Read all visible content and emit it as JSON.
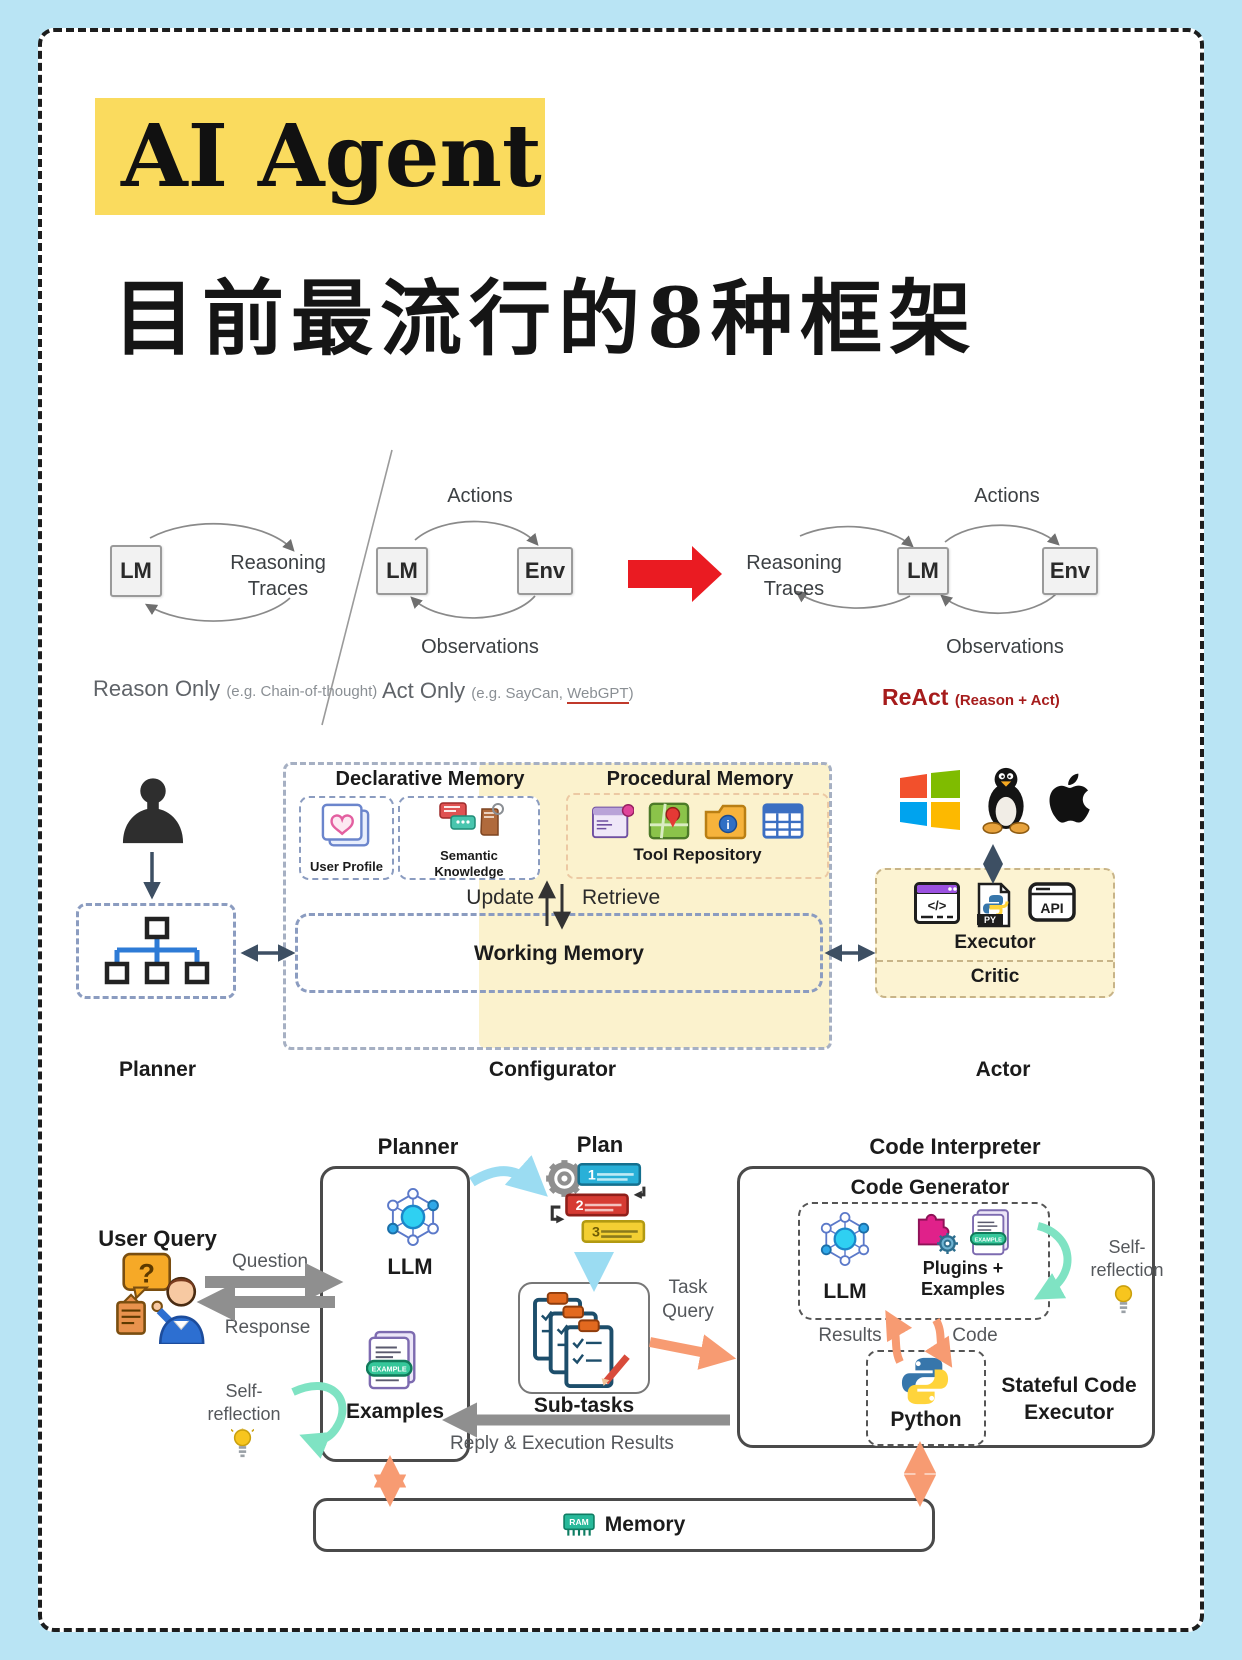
{
  "header": {
    "badge": "AI Agent",
    "title_cn": "目前最流行的8种框架"
  },
  "react": {
    "reason_only": {
      "lm": "LM",
      "loop1": "Reasoning",
      "loop2": "Traces",
      "caption": "Reason Only",
      "note": "(e.g. Chain-of-thought)"
    },
    "act_only": {
      "lm": "LM",
      "env": "Env",
      "actions": "Actions",
      "observations": "Observations",
      "caption": "Act Only",
      "note_pre": "(e.g. SayCan, ",
      "note_link": "WebGPT",
      "note_post": ")"
    },
    "react": {
      "loop1": "Reasoning",
      "loop2": "Traces",
      "lm": "LM",
      "env": "Env",
      "actions": "Actions",
      "observations": "Observations",
      "caption": "ReAct",
      "note": "(Reason + Act)"
    }
  },
  "arch": {
    "labels": {
      "planner": "Planner",
      "configurator": "Configurator",
      "actor": "Actor"
    },
    "declarative": {
      "title": "Declarative Memory",
      "user_profile": "User Profile",
      "semantic1": "Semantic",
      "semantic2": "Knowledge"
    },
    "procedural": {
      "title": "Procedural Memory",
      "tool_repository": "Tool Repository"
    },
    "update": "Update",
    "retrieve": "Retrieve",
    "working_memory": "Working Memory",
    "actor_box": {
      "executor": "Executor",
      "critic": "Critic",
      "code_glyph": "</>",
      "py": "PY",
      "api": "API"
    }
  },
  "pipeline": {
    "planner_title": "Planner",
    "plan_title": "Plan",
    "code_interpreter_title": "Code Interpreter",
    "user_query": "User Query",
    "question": "Question",
    "response": "Response",
    "question_mark": "?",
    "llm": "LLM",
    "examples": "Examples",
    "example_badge": "EXAMPLE",
    "self_reflection1": "Self-",
    "self_reflection2": "reflection",
    "subtasks": "Sub-tasks",
    "task1": "Task",
    "task2": "Query",
    "reply": "Reply & Execution Results",
    "code_generator": "Code Generator",
    "plugins1": "Plugins +",
    "plugins2": "Examples",
    "results": "Results",
    "code": "Code",
    "python": "Python",
    "stateful1": "Stateful Code",
    "stateful2": "Executor",
    "memory": "Memory",
    "ram": "RAM",
    "plan_steps": [
      "1",
      "2",
      "3"
    ]
  },
  "colors": {
    "page_bg": "#b9e4f4",
    "highlight": "#fadb5e",
    "accent_red": "#ea1b22",
    "react_red": "#a61c1c",
    "panel_yellow": "#fbf2cd",
    "arrow_orange": "#f79b72",
    "arrow_cyan": "#9bdcf2",
    "arrow_green": "#7fe3c3",
    "arrow_gray": "#8f8f8f"
  }
}
